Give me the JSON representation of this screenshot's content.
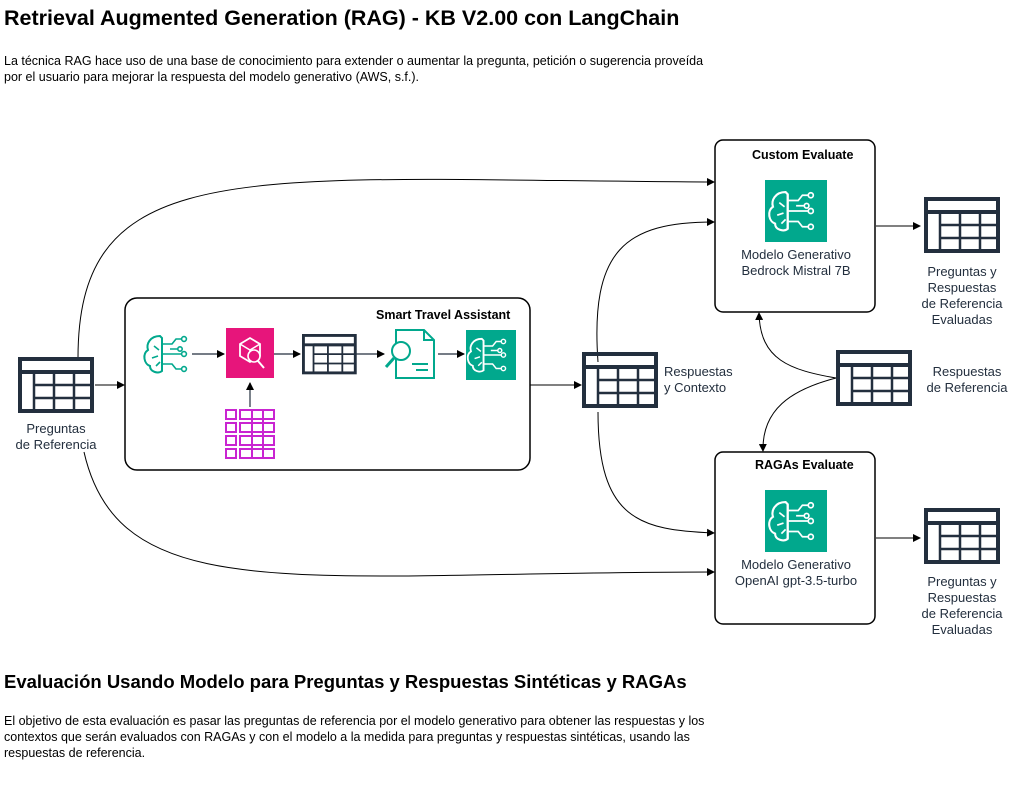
{
  "header": {
    "title": "Retrieval Augmented Generation (RAG) - KB V2.00 con LangChain",
    "intro": "La técnica RAG hace uso de una base de conocimiento para extender o aumentar la pregunta, petición o sugerencia proveída\npor el usuario para mejorar la respuesta del modelo generativo (AWS, s.f.)."
  },
  "diagram": {
    "input_label": "Preguntas\nde Referencia",
    "assistant_title": "Smart Travel Assistant",
    "context_label": "Respuestas\ny Contexto",
    "reference_answers_label": "Respuestas\nde Referencia",
    "custom_eval": {
      "title": "Custom Evaluate",
      "model_label": "Modelo Generativo\nBedrock Mistral 7B",
      "output_label": "Preguntas y\nRespuestas\nde Referencia\nEvaluadas"
    },
    "ragas_eval": {
      "title": "RAGAs Evaluate",
      "model_label": "Modelo Generativo\nOpenAI gpt-3.5-turbo",
      "output_label": "Preguntas y\nRespuestas\nde Referencia\nEvaluadas"
    },
    "icons": {
      "table": "table-icon",
      "brain": "ai-brain-icon",
      "search_box": "kendra-search-icon",
      "document_search": "document-search-icon",
      "grid": "knowledge-grid-icon"
    },
    "colors": {
      "ml_green": "#01a88d",
      "pink": "#e7157b",
      "magenta": "#c925d1",
      "dark": "#232f3e"
    }
  },
  "evaluation": {
    "heading": "Evaluación Usando Modelo para Preguntas y Respuestas Sintéticas y RAGAs",
    "body": "El objetivo de esta evaluación es pasar las preguntas de referencia por el modelo generativo para obtener las respuestas y los\ncontextos que serán evaluados con RAGAs y con el modelo a la medida para preguntas y respuestas sintéticas, usando  las\nrespuestas de referencia."
  }
}
